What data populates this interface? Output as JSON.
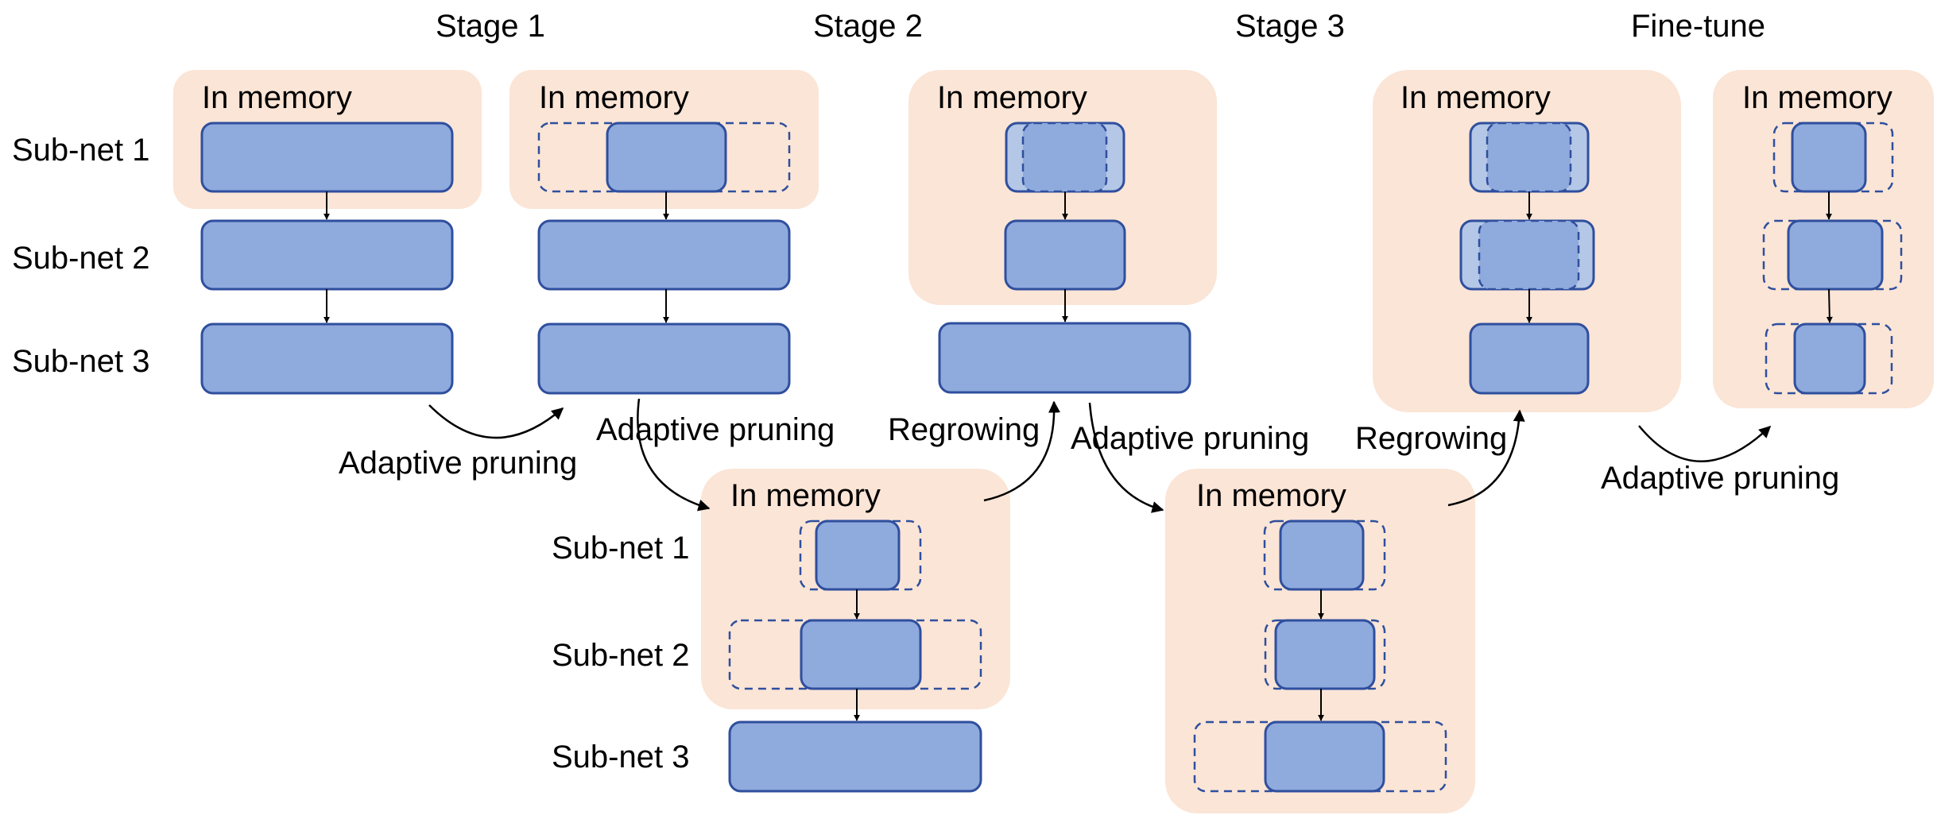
{
  "stages": [
    "Stage 1",
    "Stage 2",
    "Stage 3",
    "Fine-tune"
  ],
  "subnets": [
    "Sub-net 1",
    "Sub-net 2",
    "Sub-net 3"
  ],
  "memory_label": "In memory",
  "transitions": {
    "adaptive_pruning": "Adaptive pruning",
    "regrowing": "Regrowing"
  },
  "colors": {
    "memory_region": "#fbe5d6",
    "block_fill": "#8faadc",
    "block_light": "#b4c7e7",
    "block_stroke": "#2f4f9e",
    "arrow": "#000000"
  }
}
